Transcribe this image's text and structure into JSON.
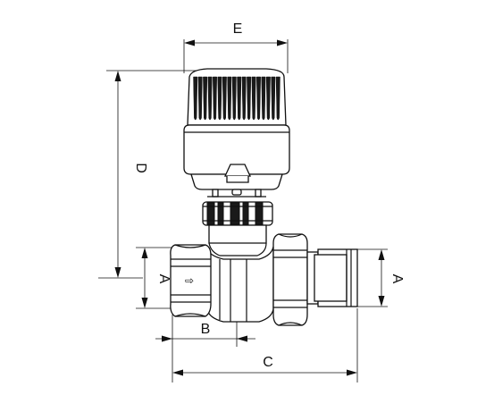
{
  "diagram": {
    "dimension_labels": {
      "E": "E",
      "D": "D",
      "A_left": "A",
      "A_right": "A",
      "B": "B",
      "C": "C"
    },
    "flow_arrow_glyph": "⇨",
    "colors": {
      "line": "#111111",
      "background": "#ffffff",
      "dark_fill": "#1a1a1a"
    }
  }
}
